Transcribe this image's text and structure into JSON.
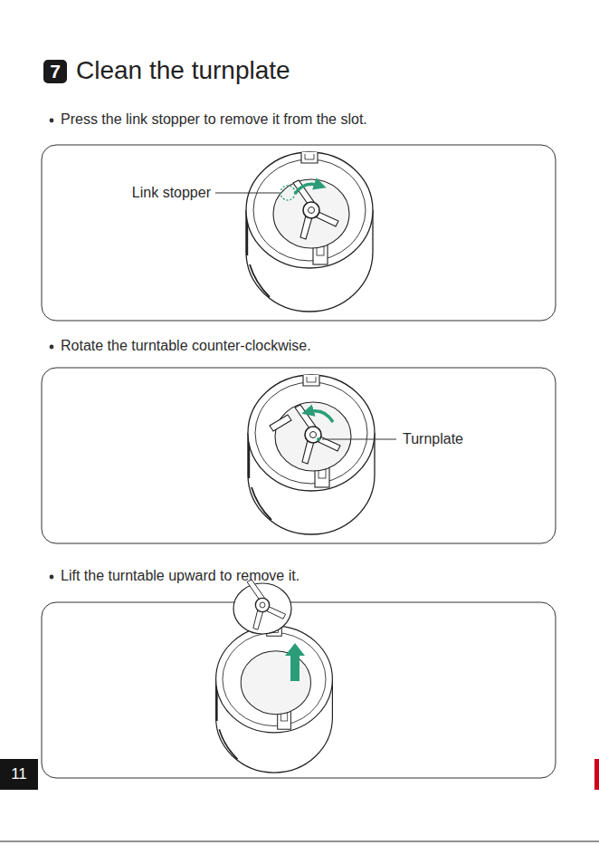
{
  "diagram": {
    "title": "Clean the turnplate",
    "nodes": [
      {
        "text": [
          "7"
        ]
      },
      {
        "text": [
          "11"
        ]
      }
    ],
    "labels": [
      "Press the link stopper to remove it from the slot.",
      "Link stopper",
      "Rotate the turntable counter-clockwise.",
      "Turnplate",
      "Lift the turntable upward to remove it."
    ]
  }
}
